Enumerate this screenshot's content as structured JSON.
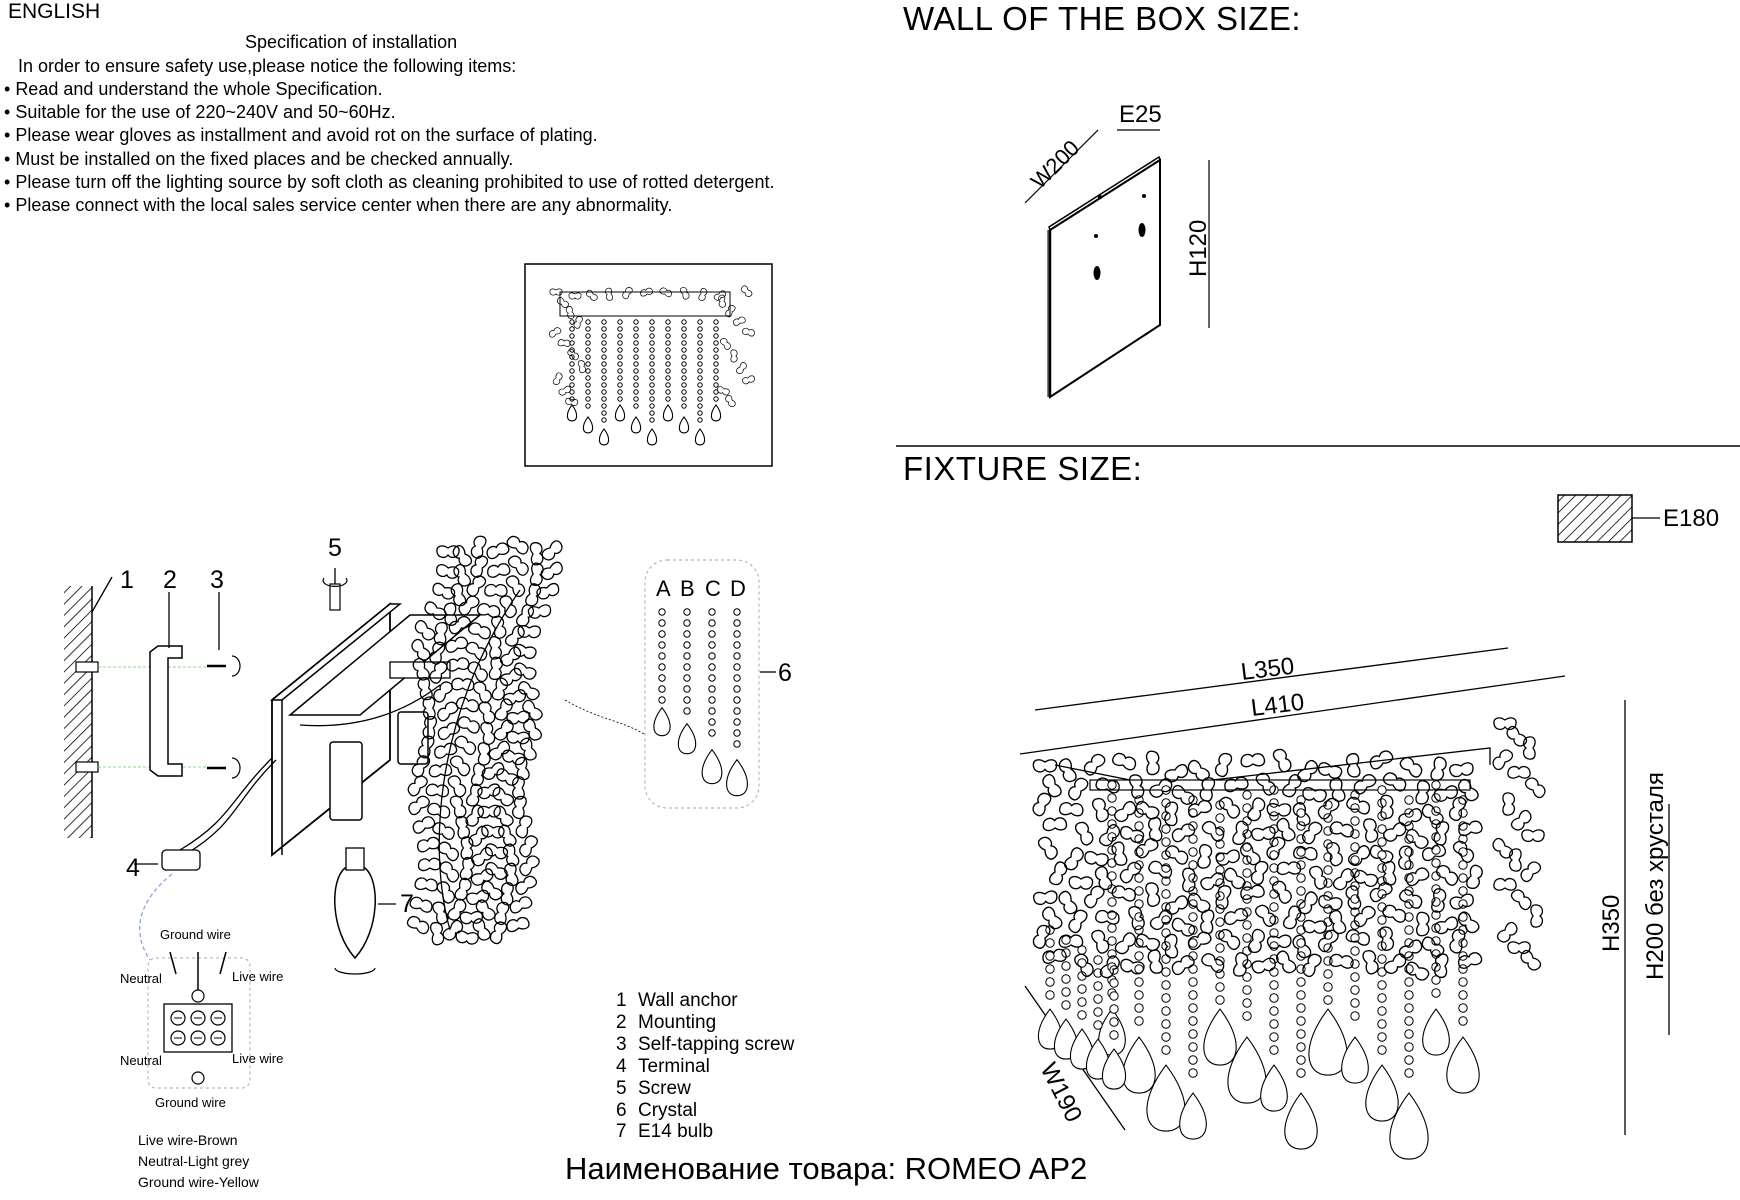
{
  "language": "ENGLISH",
  "specification": {
    "title": "Specification of installation",
    "intro": "In order to ensure safety use,please notice the following items:",
    "items": [
      "Read and understand the whole Specification.",
      "Suitable for the use of 220~240V and 50~60Hz.",
      "Please wear gloves as installment and avoid rot on the surface of plating.",
      "Must be installed on the fixed places and be checked annually.",
      "Please turn off the lighting source by soft cloth as cleaning prohibited to use of rotted detergent.",
      "Please connect with the local sales service center when there are any abnormality."
    ]
  },
  "box": {
    "heading": "WALL OF THE BOX SIZE:",
    "dims": {
      "e": "E25",
      "w": "W200",
      "h": "H120"
    }
  },
  "fixture": {
    "heading": "FIXTURE SIZE:",
    "dims": {
      "e": "E180",
      "l1": "L350",
      "l2": "L410",
      "h": "H350",
      "h_no_crystal": "H200 без хрусталя",
      "w": "W190"
    }
  },
  "callouts": {
    "c1": "1",
    "c2": "2",
    "c3": "3",
    "c4": "4",
    "c5": "5",
    "c6": "6",
    "c7": "7"
  },
  "crystal_types": {
    "a": "A",
    "b": "B",
    "c": "C",
    "d": "D"
  },
  "wiring": {
    "ground_top": "Ground wire",
    "neutral_top": "Neutral",
    "live_top": "Live wire",
    "neutral_bottom": "Neutral",
    "live_bottom": "Live wire",
    "ground_bottom": "Ground wire"
  },
  "parts": [
    {
      "num": "1",
      "name": "Wall anchor"
    },
    {
      "num": "2",
      "name": "Mounting"
    },
    {
      "num": "3",
      "name": "Self-tapping screw"
    },
    {
      "num": "4",
      "name": "Terminal"
    },
    {
      "num": "5",
      "name": "Screw"
    },
    {
      "num": "6",
      "name": "Crystal"
    },
    {
      "num": "7",
      "name": "E14  bulb"
    }
  ],
  "wire_colors": [
    "Live wire-Brown",
    "Neutral-Light grey",
    "Ground wire-Yellow"
  ],
  "product_name": "Наименование товара: ROMEO AP2"
}
